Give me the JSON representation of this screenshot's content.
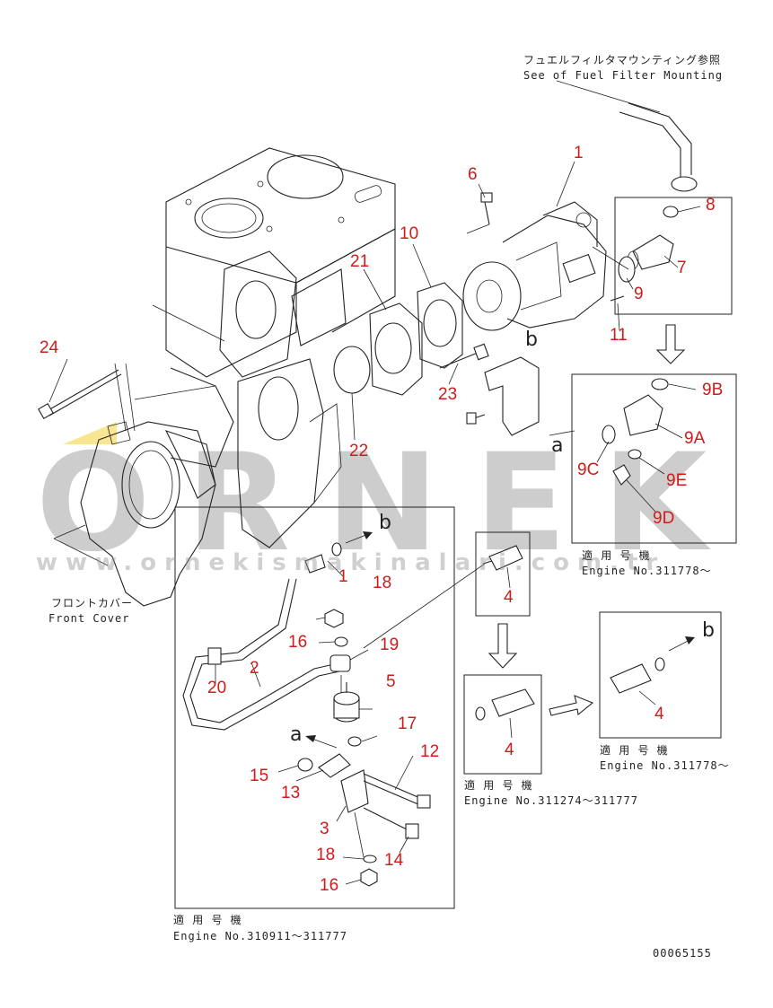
{
  "notes": {
    "fuel_filter_jp": "フュエルフィルタマウンティング参照",
    "fuel_filter_en": "See of Fuel Filter Mounting",
    "front_cover_jp": "フロントカバー",
    "front_cover_en": "Front Cover",
    "doc_number": "00065155"
  },
  "watermark": {
    "brand": "ORNEK",
    "url": "www.ornekismakinalari.com.tr"
  },
  "boxes": {
    "box_9": {
      "title": "適 用 号 機",
      "range": "Engine No.311778～"
    },
    "box_main": {
      "title": "適 用 号 機",
      "range": "Engine No.310911～311777"
    },
    "box_mid": {
      "title": "適 用 号 機",
      "range": "Engine No.311274～311777"
    },
    "box_right": {
      "title": "適 用 号 機",
      "range": "Engine No.311778～"
    }
  },
  "part_numbers": {
    "p1_top": "1",
    "p6": "6",
    "p8": "8",
    "p10": "10",
    "p21": "21",
    "p7": "7",
    "p9": "9",
    "p11": "11",
    "p24": "24",
    "p23": "23",
    "p22": "22",
    "p9b": "9B",
    "p9a": "9A",
    "p9c": "9C",
    "p9e": "9E",
    "p9d": "9D",
    "p1_box": "1",
    "p18_top": "18",
    "p16_top": "16",
    "p2": "2",
    "p19": "19",
    "p5": "5",
    "p20": "20",
    "p17": "17",
    "p12": "12",
    "p15": "15",
    "p13": "13",
    "p3": "3",
    "p18_bot": "18",
    "p14": "14",
    "p16_bot": "16",
    "p4_top": "4",
    "p4_mid": "4",
    "p4_right": "4"
  },
  "ref_letters": {
    "b_main": "b",
    "a_main": "a",
    "b_box": "b",
    "a_box": "a",
    "b_right": "b"
  }
}
